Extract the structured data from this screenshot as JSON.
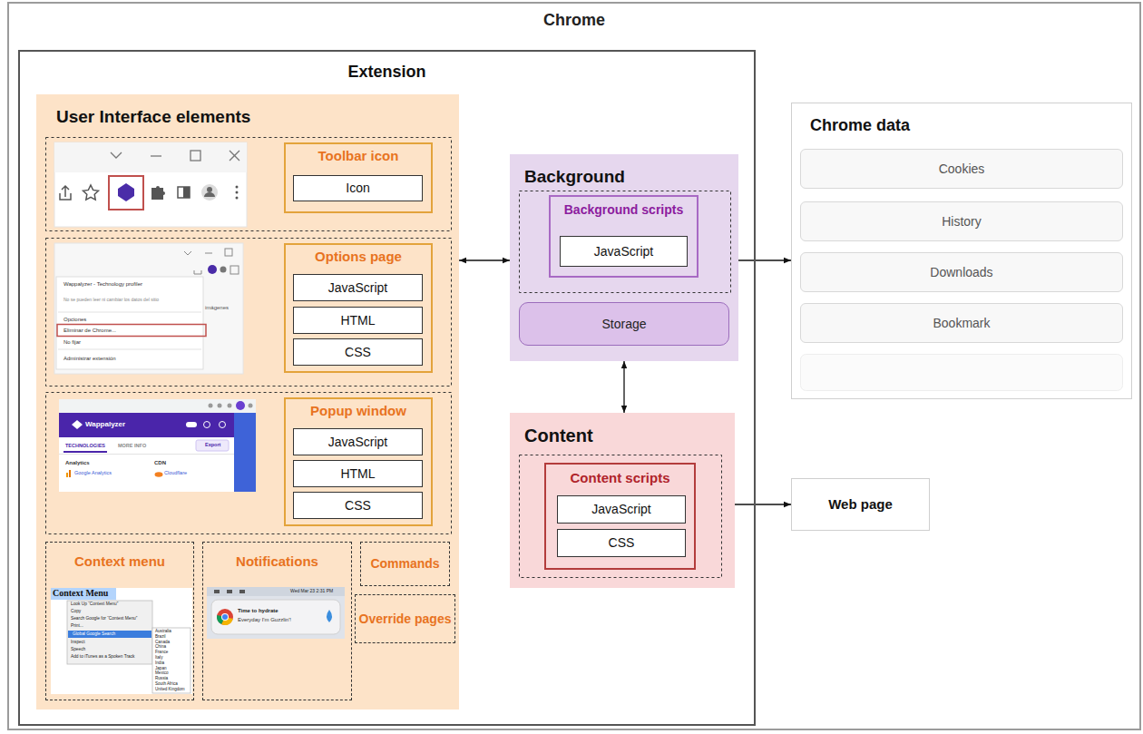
{
  "diagram": {
    "nodes": [
      {
        "text": [
          "Chrome"
        ]
      },
      {
        "text": [
          "Extension"
        ],
        "in": 0
      },
      {
        "text": [
          "User Interface elements"
        ],
        "in": 1
      },
      {
        "text": [
          "Toolbar icon"
        ],
        "in": 2
      },
      {
        "text": [
          "Icon"
        ],
        "in": 3
      },
      {
        "text": [
          "Options page"
        ],
        "in": 2
      },
      {
        "text": [
          "JavaScript"
        ],
        "in": 5
      },
      {
        "text": [
          "HTML"
        ],
        "in": 5
      },
      {
        "text": [
          "CSS"
        ],
        "in": 5
      },
      {
        "text": [
          "Popup window"
        ],
        "in": 2
      },
      {
        "text": [
          "JavaScript"
        ],
        "in": 9
      },
      {
        "text": [
          "HTML"
        ],
        "in": 9
      },
      {
        "text": [
          "CSS"
        ],
        "in": 9
      },
      {
        "text": [
          "Context menu"
        ],
        "in": 2
      },
      {
        "text": [
          "Notifications"
        ],
        "in": 2
      },
      {
        "text": [
          "Commands"
        ],
        "in": 2
      },
      {
        "text": [
          "Override pages"
        ],
        "in": 2
      },
      {
        "text": [
          "Background"
        ],
        "in": 1
      },
      {
        "text": [
          "Background scripts"
        ],
        "in": 17
      },
      {
        "text": [
          "JavaScript"
        ],
        "in": 18
      },
      {
        "text": [
          "Storage"
        ],
        "in": 17
      },
      {
        "text": [
          "Content"
        ],
        "in": 1
      },
      {
        "text": [
          "Content scripts"
        ],
        "in": 21
      },
      {
        "text": [
          "JavaScript"
        ],
        "in": 22
      },
      {
        "text": [
          "CSS"
        ],
        "in": 22
      },
      {
        "text": [
          "Chrome data"
        ],
        "in": 0
      },
      {
        "text": [
          "Cookies"
        ],
        "in": 25
      },
      {
        "text": [
          "History"
        ],
        "in": 25
      },
      {
        "text": [
          "Downloads"
        ],
        "in": 25
      },
      {
        "text": [
          "Bookmark"
        ],
        "in": 25
      },
      {
        "text": [
          "Web page"
        ],
        "in": 0
      }
    ],
    "edges": [
      {
        "from": 2,
        "to": 17,
        "arrow": "both"
      },
      {
        "from": 17,
        "to": 25,
        "arrow": "to"
      },
      {
        "from": 17,
        "to": 21,
        "arrow": "both"
      },
      {
        "from": 21,
        "to": 30,
        "arrow": "to"
      }
    ],
    "labels": [
      "Wappalyzer - Technology profiler",
      "No se pueden leer ni cambiar los datos del sitio",
      "imágenes",
      "Opciones",
      "Eliminar de Chrome...",
      "No fijar",
      "Administrar extensión",
      "Wappalyzer",
      "TECHNOLOGIES",
      "MORE INFO",
      "Export",
      "Analytics",
      "CDN",
      "Google Analytics",
      "Cloudflare",
      "Context Menu",
      "Look Up “Context Menu”",
      "Copy",
      "Search Google for “Context Menu”",
      "Print...",
      "Global Google Search",
      "Inspect",
      "Speech",
      "Add to iTunes as a Spoken Track",
      "Australia",
      "Brazil",
      "Canada",
      "China",
      "France",
      "Italy",
      "India",
      "Japan",
      "Mexico",
      "Russia",
      "South Africa",
      "United Kingdom",
      "Wed Mar 23 2:31 PM",
      "Time to hydrate",
      "Everyday I'm Guzzlin'!"
    ]
  }
}
